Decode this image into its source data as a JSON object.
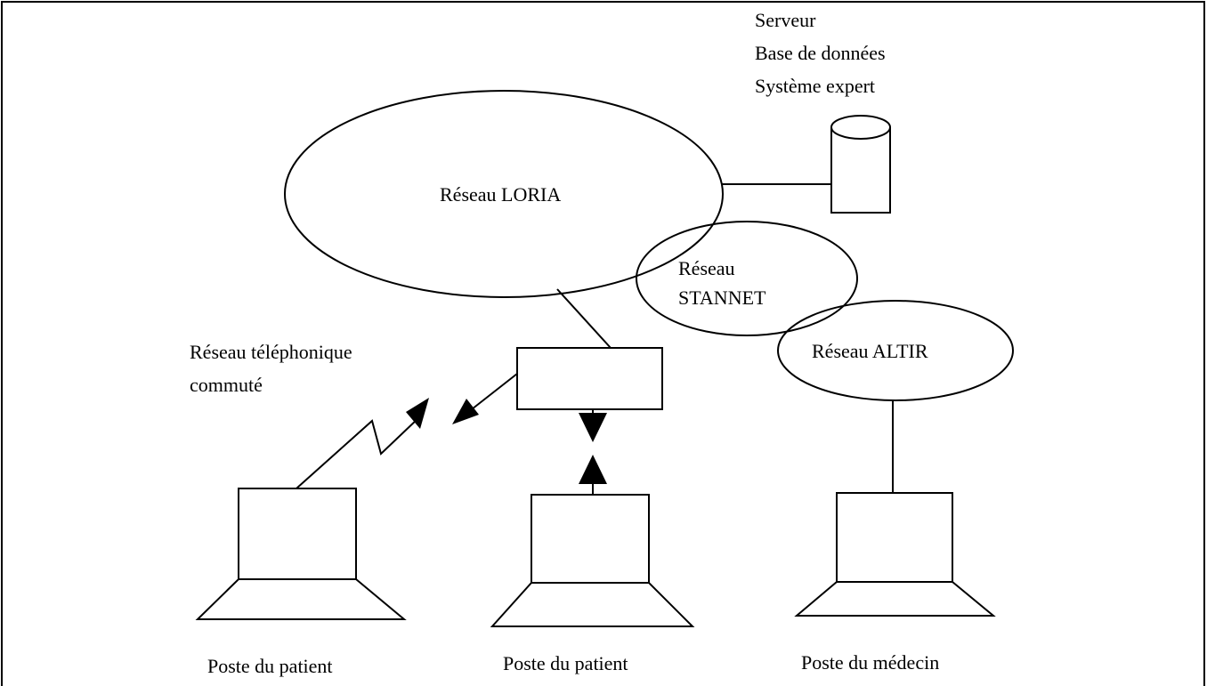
{
  "server": {
    "lines": [
      "Serveur",
      "Base de données",
      "Système expert"
    ]
  },
  "networks": {
    "loria": "Réseau LORIA",
    "stannet_line1": "Réseau",
    "stannet_line2": "STANNET",
    "altir": "Réseau ALTIR",
    "phone_line1": "Réseau téléphonique",
    "phone_line2": "commuté"
  },
  "stations": {
    "patient1": "Poste du patient",
    "patient2": "Poste du patient",
    "doctor": "Poste du médecin"
  }
}
